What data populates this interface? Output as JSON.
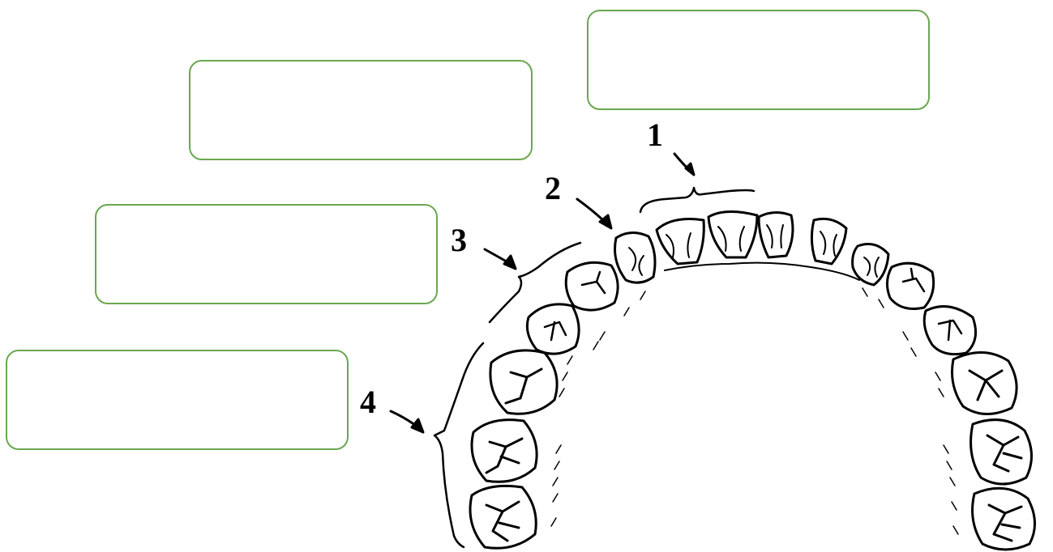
{
  "labels": {
    "label_1": "1",
    "label_2": "2",
    "label_3": "3",
    "label_4": "4"
  },
  "answer_boxes": {
    "box_1": "",
    "box_2": "",
    "box_3": "",
    "box_4": ""
  },
  "colors": {
    "box_border": "#6aa84f",
    "line": "#000000"
  }
}
